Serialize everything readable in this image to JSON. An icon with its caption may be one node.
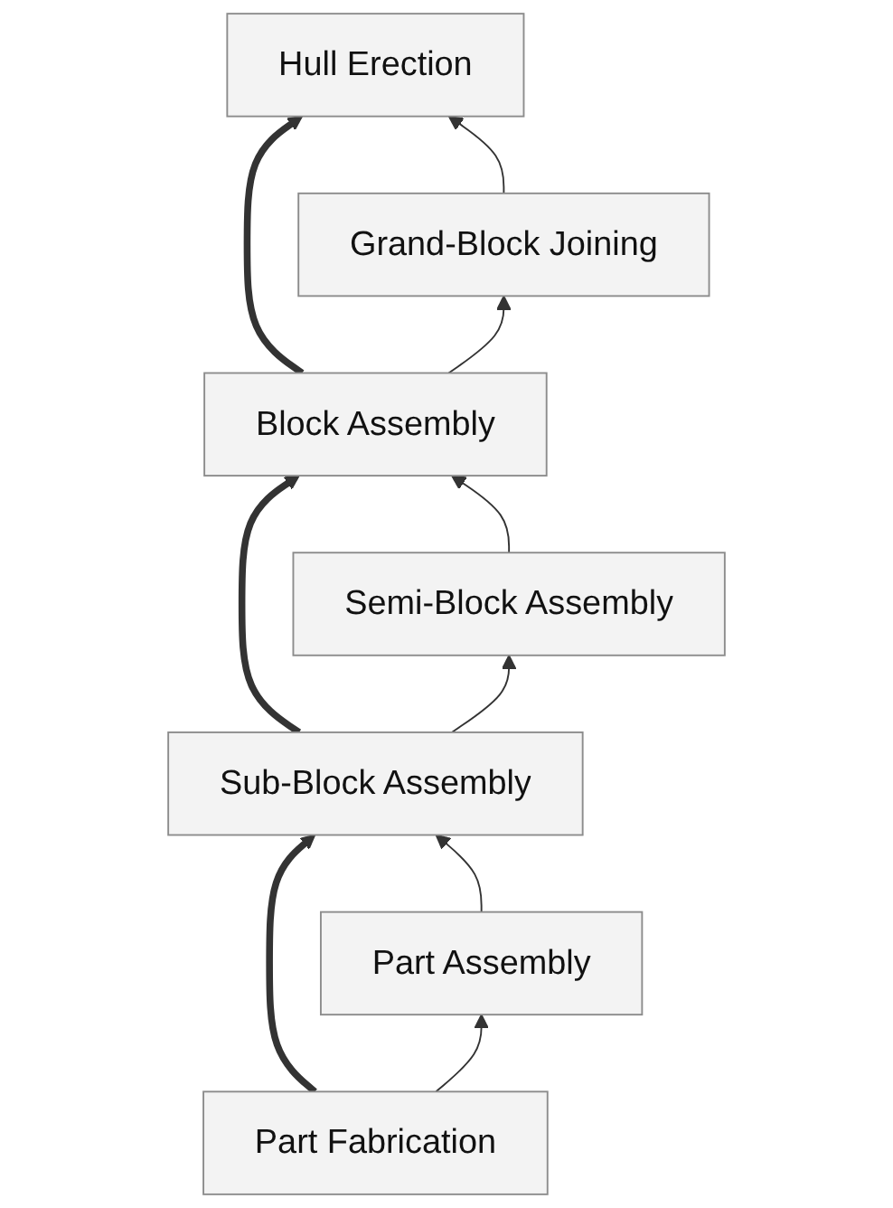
{
  "diagram": {
    "nodes": [
      {
        "text": [
          "Hull Erection"
        ]
      },
      {
        "text": [
          "Grand-Block Joining"
        ]
      },
      {
        "text": [
          "Block Assembly"
        ]
      },
      {
        "text": [
          "Semi-Block Assembly"
        ]
      },
      {
        "text": [
          "Sub-Block Assembly"
        ]
      },
      {
        "text": [
          "Part Assembly"
        ]
      },
      {
        "text": [
          "Part Fabrication"
        ]
      }
    ],
    "edges": [
      {
        "from": 2,
        "to": 0,
        "arrow": "to",
        "style": "thick"
      },
      {
        "from": 4,
        "to": 2,
        "arrow": "to",
        "style": "thick"
      },
      {
        "from": 6,
        "to": 4,
        "arrow": "to",
        "style": "thick"
      },
      {
        "from": 1,
        "to": 0,
        "arrow": "to"
      },
      {
        "from": 2,
        "to": 1,
        "arrow": "to"
      },
      {
        "from": 3,
        "to": 2,
        "arrow": "to"
      },
      {
        "from": 4,
        "to": 3,
        "arrow": "to"
      },
      {
        "from": 5,
        "to": 4,
        "arrow": "to"
      },
      {
        "from": 6,
        "to": 5,
        "arrow": "to"
      }
    ]
  }
}
